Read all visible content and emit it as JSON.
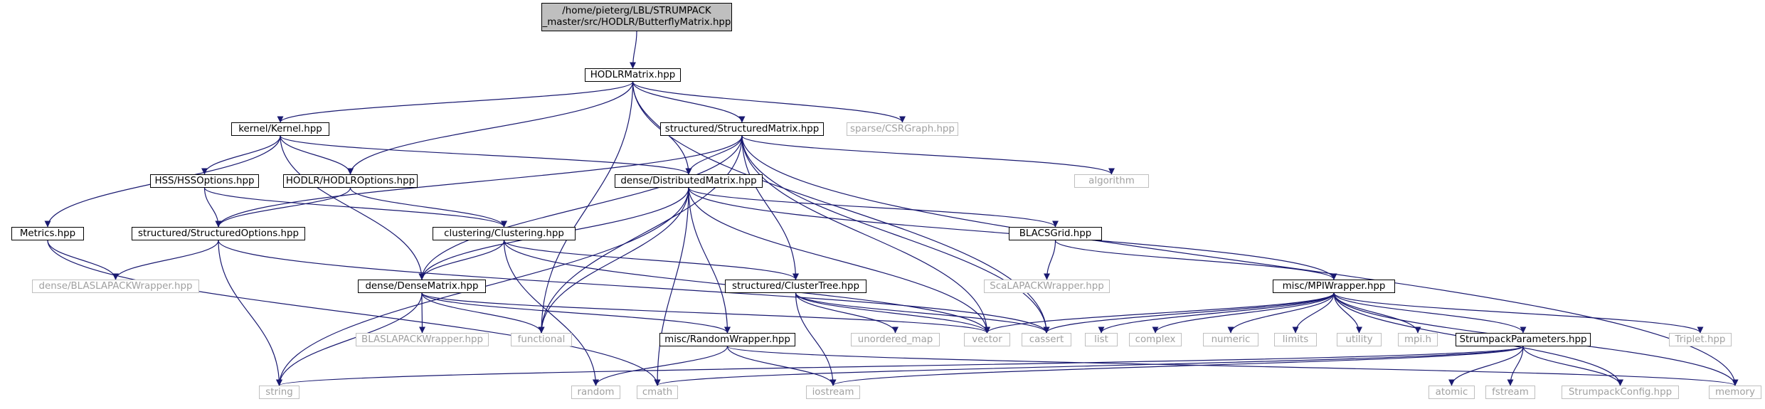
{
  "colors": {
    "edge": "#191970",
    "documented_border": "#000000",
    "external_border": "#bfbfbf",
    "external_text": "#a0a0a0",
    "root_fill": "#bfbfbf"
  },
  "nodes": [
    {
      "id": "root",
      "label": "/home/pieterg/LBL/STRUMPACK\n_master/src/HODLR/ButterflyMatrix.hpp",
      "kind": "root"
    },
    {
      "id": "hodlrmatrix",
      "label": "HODLRMatrix.hpp",
      "kind": "doc"
    },
    {
      "id": "kernel",
      "label": "kernel/Kernel.hpp",
      "kind": "doc"
    },
    {
      "id": "structuredmatrix",
      "label": "structured/StructuredMatrix.hpp",
      "kind": "doc"
    },
    {
      "id": "csrgraph",
      "label": "sparse/CSRGraph.hpp",
      "kind": "sys"
    },
    {
      "id": "metrics",
      "label": "Metrics.hpp",
      "kind": "doc"
    },
    {
      "id": "hssoptions",
      "label": "HSS/HSSOptions.hpp",
      "kind": "doc"
    },
    {
      "id": "hodlroptions",
      "label": "HODLR/HODLROptions.hpp",
      "kind": "doc"
    },
    {
      "id": "distmatrix",
      "label": "dense/DistributedMatrix.hpp",
      "kind": "doc"
    },
    {
      "id": "algorithm",
      "label": "algorithm",
      "kind": "sys"
    },
    {
      "id": "structopts",
      "label": "structured/StructuredOptions.hpp",
      "kind": "doc"
    },
    {
      "id": "clustering",
      "label": "clustering/Clustering.hpp",
      "kind": "doc"
    },
    {
      "id": "blacsgrid",
      "label": "BLACSGrid.hpp",
      "kind": "doc"
    },
    {
      "id": "denseblaslapack",
      "label": "dense/BLASLAPACKWrapper.hpp",
      "kind": "sys"
    },
    {
      "id": "densematrix",
      "label": "dense/DenseMatrix.hpp",
      "kind": "doc"
    },
    {
      "id": "clustertree",
      "label": "structured/ClusterTree.hpp",
      "kind": "doc"
    },
    {
      "id": "scalapack",
      "label": "ScaLAPACKWrapper.hpp",
      "kind": "sys"
    },
    {
      "id": "mpiwrapper",
      "label": "misc/MPIWrapper.hpp",
      "kind": "doc"
    },
    {
      "id": "blaslapack",
      "label": "BLASLAPACKWrapper.hpp",
      "kind": "sys"
    },
    {
      "id": "functional",
      "label": "functional",
      "kind": "sys"
    },
    {
      "id": "randomwrapper",
      "label": "misc/RandomWrapper.hpp",
      "kind": "doc"
    },
    {
      "id": "unorderedmap",
      "label": "unordered_map",
      "kind": "sys"
    },
    {
      "id": "vector",
      "label": "vector",
      "kind": "sys"
    },
    {
      "id": "cassert",
      "label": "cassert",
      "kind": "sys"
    },
    {
      "id": "list",
      "label": "list",
      "kind": "sys"
    },
    {
      "id": "complex",
      "label": "complex",
      "kind": "sys"
    },
    {
      "id": "numeric",
      "label": "numeric",
      "kind": "sys"
    },
    {
      "id": "limits",
      "label": "limits",
      "kind": "sys"
    },
    {
      "id": "utility",
      "label": "utility",
      "kind": "sys"
    },
    {
      "id": "mpih",
      "label": "mpi.h",
      "kind": "sys"
    },
    {
      "id": "strumpackparams",
      "label": "StrumpackParameters.hpp",
      "kind": "doc"
    },
    {
      "id": "triplet",
      "label": "Triplet.hpp",
      "kind": "sys"
    },
    {
      "id": "string",
      "label": "string",
      "kind": "sys"
    },
    {
      "id": "random",
      "label": "random",
      "kind": "sys"
    },
    {
      "id": "cmath",
      "label": "cmath",
      "kind": "sys"
    },
    {
      "id": "iostream",
      "label": "iostream",
      "kind": "sys"
    },
    {
      "id": "atomic",
      "label": "atomic",
      "kind": "sys"
    },
    {
      "id": "fstream",
      "label": "fstream",
      "kind": "sys"
    },
    {
      "id": "strumpackconfig",
      "label": "StrumpackConfig.hpp",
      "kind": "sys"
    },
    {
      "id": "memory",
      "label": "memory",
      "kind": "sys"
    }
  ],
  "edges": [
    [
      "root",
      "hodlrmatrix"
    ],
    [
      "hodlrmatrix",
      "kernel"
    ],
    [
      "hodlrmatrix",
      "structuredmatrix"
    ],
    [
      "hodlrmatrix",
      "csrgraph"
    ],
    [
      "hodlrmatrix",
      "hodlroptions"
    ],
    [
      "hodlrmatrix",
      "distmatrix"
    ],
    [
      "hodlrmatrix",
      "functional"
    ],
    [
      "hodlrmatrix",
      "cassert"
    ],
    [
      "kernel",
      "metrics"
    ],
    [
      "kernel",
      "hssoptions"
    ],
    [
      "kernel",
      "hodlroptions"
    ],
    [
      "kernel",
      "distmatrix"
    ],
    [
      "kernel",
      "densematrix"
    ],
    [
      "structuredmatrix",
      "distmatrix"
    ],
    [
      "structuredmatrix",
      "algorithm"
    ],
    [
      "structuredmatrix",
      "structopts"
    ],
    [
      "structuredmatrix",
      "densematrix"
    ],
    [
      "structuredmatrix",
      "clustertree"
    ],
    [
      "structuredmatrix",
      "functional"
    ],
    [
      "structuredmatrix",
      "vector"
    ],
    [
      "structuredmatrix",
      "cassert"
    ],
    [
      "structuredmatrix",
      "memory"
    ],
    [
      "metrics",
      "denseblaslapack"
    ],
    [
      "metrics",
      "cmath"
    ],
    [
      "hssoptions",
      "structopts"
    ],
    [
      "hssoptions",
      "clustering"
    ],
    [
      "hodlroptions",
      "structopts"
    ],
    [
      "hodlroptions",
      "clustering"
    ],
    [
      "distmatrix",
      "densematrix"
    ],
    [
      "distmatrix",
      "blacsgrid"
    ],
    [
      "distmatrix",
      "mpiwrapper"
    ],
    [
      "distmatrix",
      "functional"
    ],
    [
      "distmatrix",
      "randomwrapper"
    ],
    [
      "distmatrix",
      "vector"
    ],
    [
      "distmatrix",
      "string"
    ],
    [
      "distmatrix",
      "cmath"
    ],
    [
      "structopts",
      "denseblaslapack"
    ],
    [
      "structopts",
      "string"
    ],
    [
      "structopts",
      "cassert"
    ],
    [
      "clustering",
      "densematrix"
    ],
    [
      "clustering",
      "clustertree"
    ],
    [
      "clustering",
      "vector"
    ],
    [
      "clustering",
      "random"
    ],
    [
      "blacsgrid",
      "scalapack"
    ],
    [
      "blacsgrid",
      "mpiwrapper"
    ],
    [
      "densematrix",
      "blaslapack"
    ],
    [
      "densematrix",
      "functional"
    ],
    [
      "densematrix",
      "randomwrapper"
    ],
    [
      "densematrix",
      "string"
    ],
    [
      "densematrix",
      "vector"
    ],
    [
      "clustertree",
      "unorderedmap"
    ],
    [
      "clustertree",
      "vector"
    ],
    [
      "clustertree",
      "cassert"
    ],
    [
      "clustertree",
      "iostream"
    ],
    [
      "mpiwrapper",
      "vector"
    ],
    [
      "mpiwrapper",
      "cassert"
    ],
    [
      "mpiwrapper",
      "list"
    ],
    [
      "mpiwrapper",
      "complex"
    ],
    [
      "mpiwrapper",
      "numeric"
    ],
    [
      "mpiwrapper",
      "limits"
    ],
    [
      "mpiwrapper",
      "utility"
    ],
    [
      "mpiwrapper",
      "mpih"
    ],
    [
      "mpiwrapper",
      "strumpackparams"
    ],
    [
      "mpiwrapper",
      "triplet"
    ],
    [
      "mpiwrapper",
      "strumpackconfig"
    ],
    [
      "mpiwrapper",
      "memory"
    ],
    [
      "randomwrapper",
      "random"
    ],
    [
      "randomwrapper",
      "iostream"
    ],
    [
      "randomwrapper",
      "memory"
    ],
    [
      "strumpackparams",
      "string"
    ],
    [
      "strumpackparams",
      "cmath"
    ],
    [
      "strumpackparams",
      "iostream"
    ],
    [
      "strumpackparams",
      "atomic"
    ],
    [
      "strumpackparams",
      "fstream"
    ],
    [
      "strumpackparams",
      "strumpackconfig"
    ]
  ]
}
